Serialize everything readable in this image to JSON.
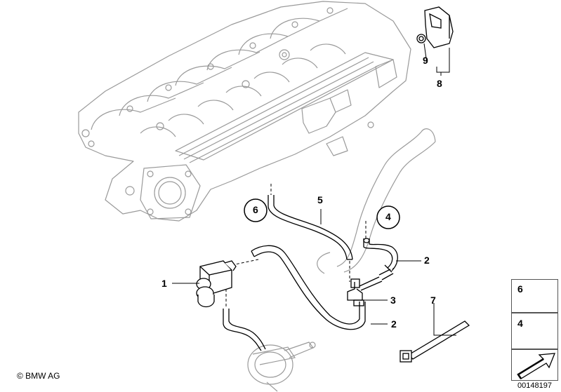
{
  "callouts": {
    "c1": "1",
    "c2a": "2",
    "c2b": "2",
    "c3": "3",
    "c4": "4",
    "c5": "5",
    "c6": "6",
    "c7": "7",
    "c8": "8",
    "c9": "9"
  },
  "legend": {
    "top_number": "6",
    "bottom_number": "4"
  },
  "footer": {
    "copyright": "© BMW AG",
    "diagram_id": "00148197"
  },
  "icons": [
    "intake-manifold",
    "bracket",
    "vacuum-valve",
    "hose",
    "t-connector",
    "clip",
    "cable-tie",
    "arrow-icon"
  ]
}
